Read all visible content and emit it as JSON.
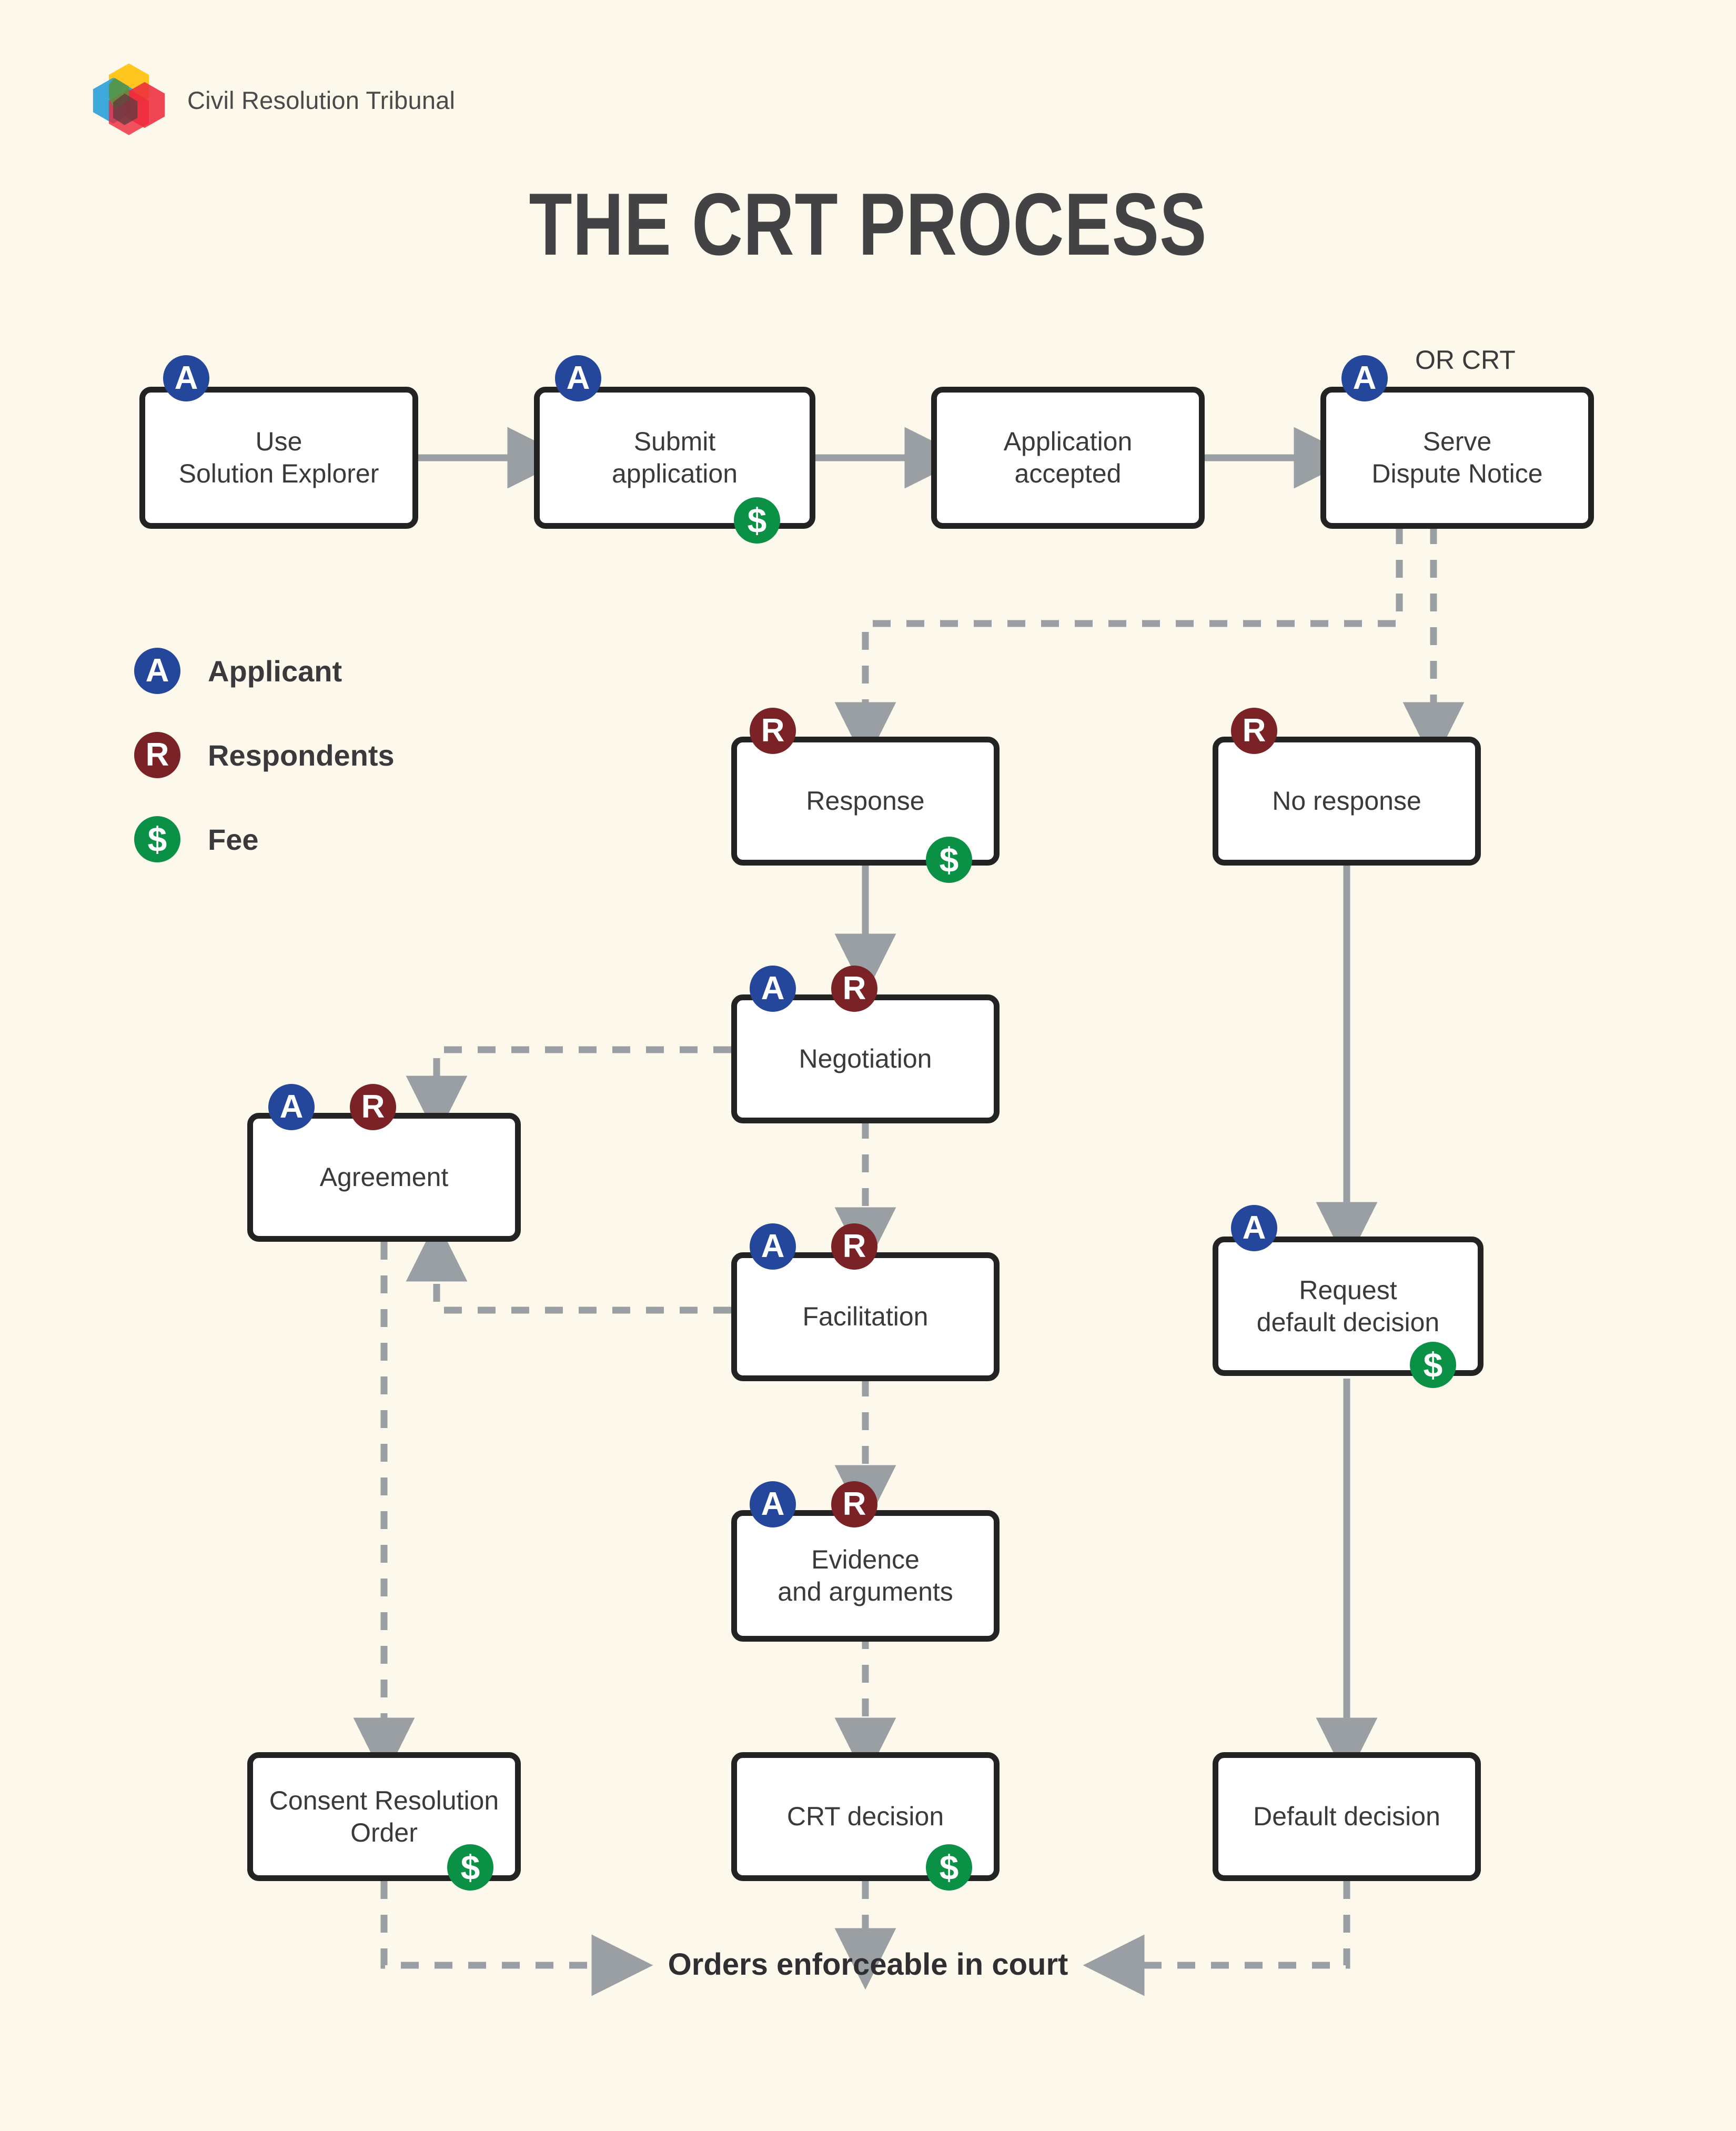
{
  "page": {
    "background_color": "#FDF8EC",
    "title": "THE CRT PROCESS"
  },
  "brand": {
    "name": "Civil Resolution Tribunal",
    "logo_icon": "crt-hexagon-logo",
    "logo_colors": [
      "#FFC20E",
      "#1B9CD8",
      "#ED1B2E",
      "#4C8B2B",
      "#5B2A33"
    ]
  },
  "colors": {
    "applicant": "#24479B",
    "respondent": "#7B2227",
    "fee": "#0A9145",
    "box_border": "#232323",
    "box_fill": "#FFFFFF",
    "connector": "#999FA3",
    "text": "#3A3A3C"
  },
  "legend": {
    "items": [
      {
        "symbol": "A",
        "label": "Applicant",
        "color": "#24479B"
      },
      {
        "symbol": "R",
        "label": "Respondents",
        "color": "#7B2227"
      },
      {
        "symbol": "$",
        "label": "Fee",
        "color": "#0A9145"
      }
    ]
  },
  "annotations": {
    "or_crt": "OR CRT",
    "court_outcome": "Orders enforceable in court"
  },
  "nodes": [
    {
      "id": "solution_explorer",
      "label": "Use\nSolution Explorer",
      "badges": [
        "A"
      ],
      "fee": false
    },
    {
      "id": "submit_application",
      "label": "Submit\napplication",
      "badges": [
        "A"
      ],
      "fee": true
    },
    {
      "id": "application_accepted",
      "label": "Application\naccepted",
      "badges": [],
      "fee": false
    },
    {
      "id": "serve_dispute_notice",
      "label": "Serve\nDispute Notice",
      "badges": [
        "A"
      ],
      "fee": false
    },
    {
      "id": "response",
      "label": "Response",
      "badges": [
        "R"
      ],
      "fee": true
    },
    {
      "id": "no_response",
      "label": "No response",
      "badges": [
        "R"
      ],
      "fee": false
    },
    {
      "id": "negotiation",
      "label": "Negotiation",
      "badges": [
        "A",
        "R"
      ],
      "fee": false
    },
    {
      "id": "agreement",
      "label": "Agreement",
      "badges": [
        "A",
        "R"
      ],
      "fee": false
    },
    {
      "id": "facilitation",
      "label": "Facilitation",
      "badges": [
        "A",
        "R"
      ],
      "fee": false
    },
    {
      "id": "evidence_arguments",
      "label": "Evidence\nand arguments",
      "badges": [
        "A",
        "R"
      ],
      "fee": false
    },
    {
      "id": "request_default",
      "label": "Request\ndefault decision",
      "badges": [
        "A"
      ],
      "fee": true
    },
    {
      "id": "consent_order",
      "label": "Consent Resolution\nOrder",
      "badges": [],
      "fee": true
    },
    {
      "id": "crt_decision",
      "label": "CRT decision",
      "badges": [],
      "fee": true
    },
    {
      "id": "default_decision",
      "label": "Default decision",
      "badges": [],
      "fee": false
    }
  ],
  "edges": [
    {
      "from": "solution_explorer",
      "to": "submit_application",
      "style": "solid"
    },
    {
      "from": "submit_application",
      "to": "application_accepted",
      "style": "solid"
    },
    {
      "from": "application_accepted",
      "to": "serve_dispute_notice",
      "style": "solid"
    },
    {
      "from": "serve_dispute_notice",
      "to": "response",
      "style": "dashed"
    },
    {
      "from": "serve_dispute_notice",
      "to": "no_response",
      "style": "dashed"
    },
    {
      "from": "response",
      "to": "negotiation",
      "style": "solid"
    },
    {
      "from": "negotiation",
      "to": "facilitation",
      "style": "dashed"
    },
    {
      "from": "negotiation",
      "to": "agreement",
      "style": "dashed"
    },
    {
      "from": "facilitation",
      "to": "agreement",
      "style": "dashed"
    },
    {
      "from": "facilitation",
      "to": "evidence_arguments",
      "style": "dashed"
    },
    {
      "from": "evidence_arguments",
      "to": "crt_decision",
      "style": "dashed"
    },
    {
      "from": "agreement",
      "to": "consent_order",
      "style": "dashed"
    },
    {
      "from": "no_response",
      "to": "request_default",
      "style": "solid"
    },
    {
      "from": "request_default",
      "to": "default_decision",
      "style": "solid"
    },
    {
      "from": "crt_decision",
      "to": "court_outcome",
      "style": "dashed"
    },
    {
      "from": "consent_order",
      "to": "court_outcome",
      "style": "dashed"
    },
    {
      "from": "default_decision",
      "to": "court_outcome",
      "style": "dashed"
    }
  ]
}
